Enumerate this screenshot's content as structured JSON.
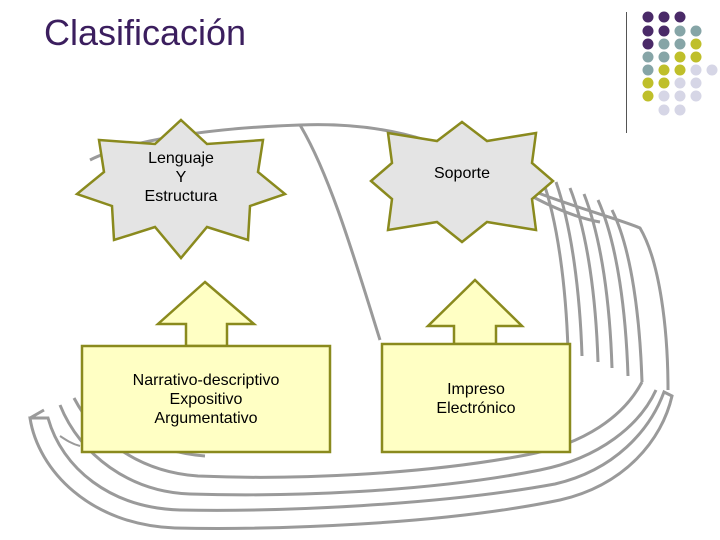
{
  "slide": {
    "title": "Clasificación"
  },
  "colors": {
    "title": "#3b1e5e",
    "dot_purple": "#4a2a68",
    "dot_teal": "#86a5a7",
    "dot_olive": "#bfbf2a",
    "dot_lavender": "#d6d6e6",
    "box_fill": "#ffffc4",
    "box_border": "#8a8a1e",
    "star_fill": "#e4e4e4"
  },
  "diagram": {
    "star_left": {
      "lines": [
        "Lenguaje",
        "Y",
        "Estructura"
      ]
    },
    "star_right": {
      "lines": [
        "Soporte"
      ]
    },
    "box_left": {
      "lines": [
        "Narrativo-descriptivo",
        "Expositivo",
        "Argumentativo"
      ]
    },
    "box_right": {
      "lines": [
        "Impreso",
        "Electrónico"
      ]
    }
  }
}
